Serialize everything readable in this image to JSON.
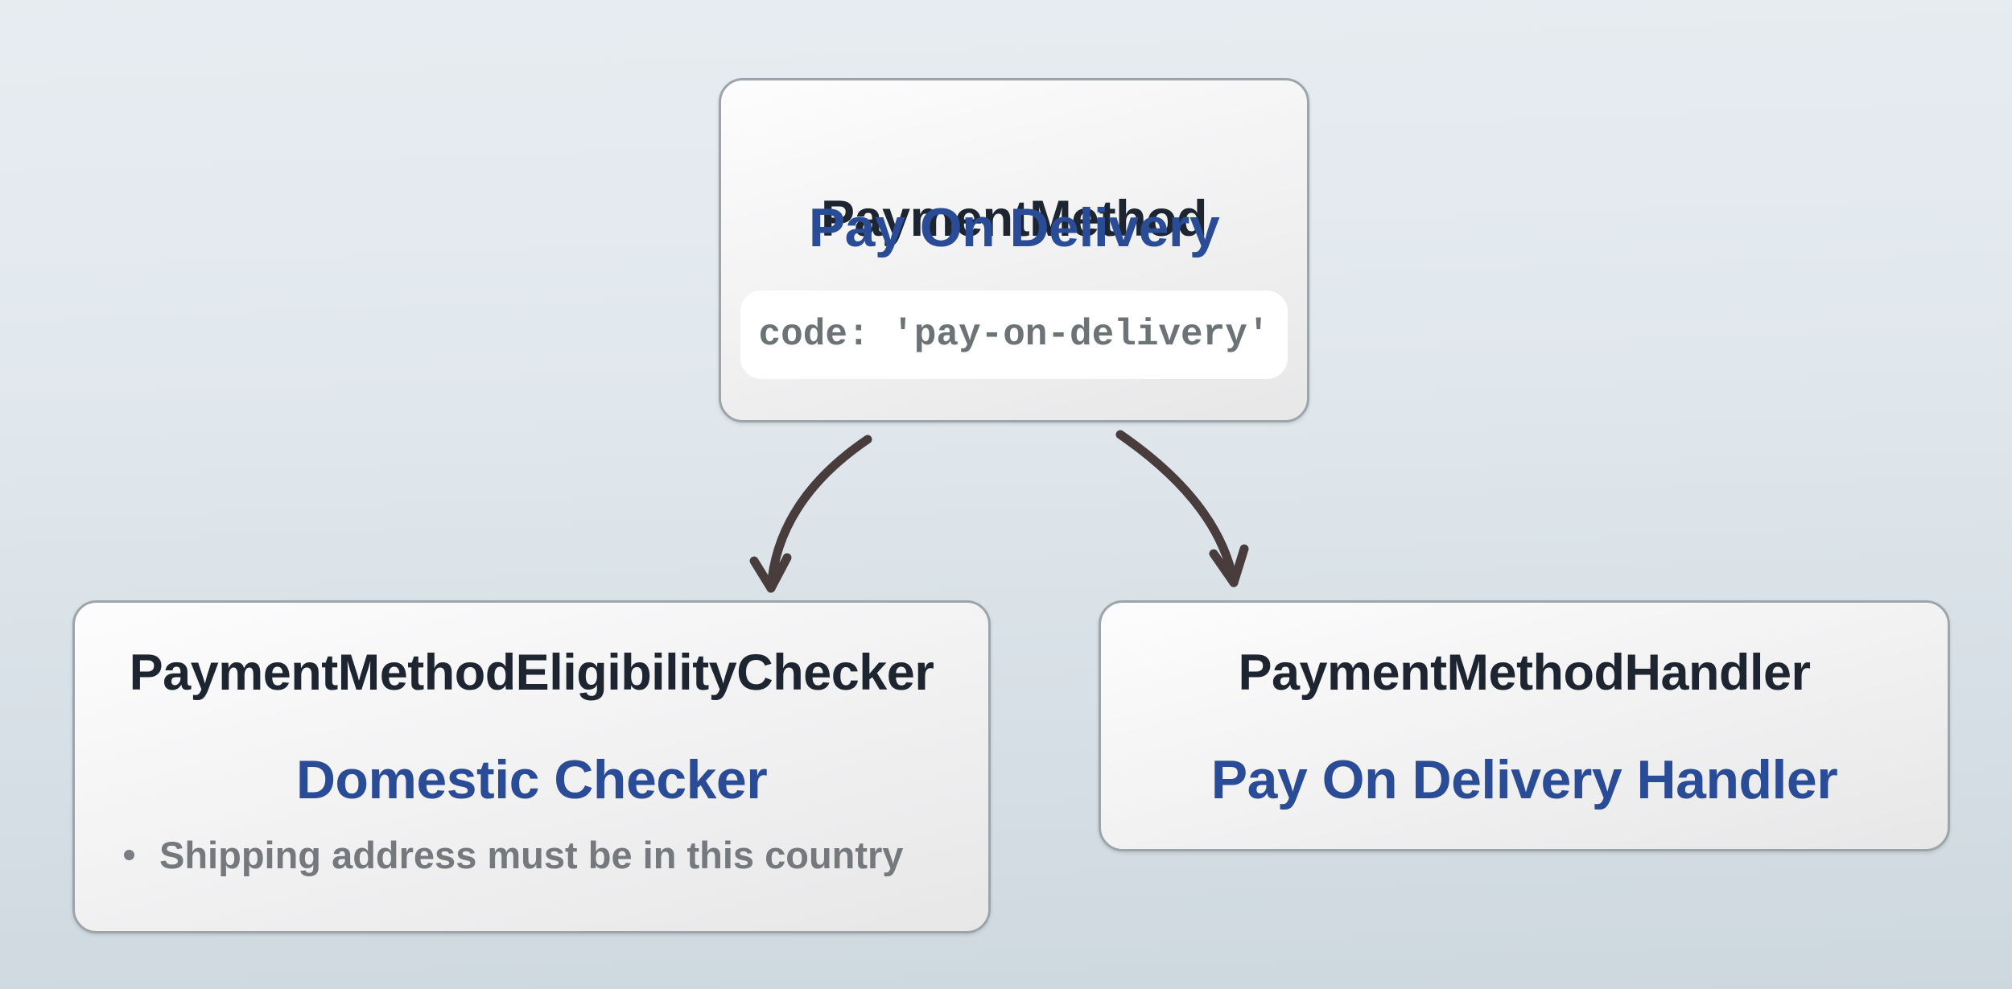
{
  "diagram": {
    "nodes": {
      "payment_method": {
        "title": "PaymentMethod",
        "label": "Pay On Delivery",
        "code": "code: 'pay-on-delivery'"
      },
      "eligibility_checker": {
        "title": "PaymentMethodEligibilityChecker",
        "label": "Domestic Checker",
        "rules": [
          "Shipping address must be in this country"
        ]
      },
      "handler": {
        "title": "PaymentMethodHandler",
        "label": "Pay On Delivery Handler"
      }
    },
    "edges": [
      {
        "from": "payment_method",
        "to": "eligibility_checker"
      },
      {
        "from": "payment_method",
        "to": "handler"
      }
    ],
    "colors": {
      "title_text": "#1d2531",
      "accent_blue": "#2a4b96",
      "muted_gray": "#75797d",
      "code_gray": "#6b7377",
      "arrow": "#483c3d",
      "node_border": "#9ba5aa",
      "background_top": "#e7ecf1",
      "background_bottom": "#cdd8de"
    }
  }
}
